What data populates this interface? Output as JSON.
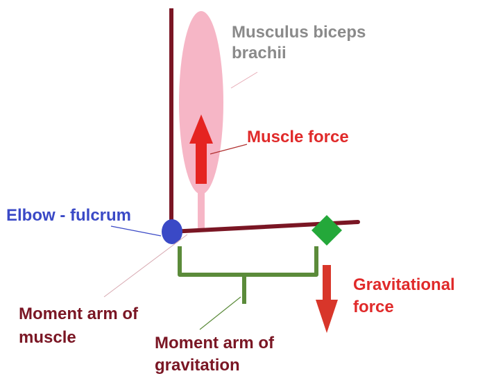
{
  "labels": {
    "muscle_name_line1": "Musculus biceps",
    "muscle_name_line2": "brachii",
    "muscle_force": "Muscle force",
    "elbow_fulcrum": "Elbow - fulcrum",
    "gravitational_force_line1": "Gravitational",
    "gravitational_force_line2": "force",
    "moment_arm_muscle_line1": "Moment arm of",
    "moment_arm_muscle_line2": "muscle",
    "moment_arm_gravitation_line1": "Moment arm of",
    "moment_arm_gravitation_line2": "gravitation"
  },
  "colors": {
    "bone": "#7a1624",
    "muscle": "#f6b6c6",
    "muscle_force_arrow": "#e52420",
    "gravity_arrow": "#d8362a",
    "elbow": "#3a49c6",
    "weight": "#24a83a",
    "brace": "#5b8b3a",
    "label_gray": "#8a8a8a",
    "label_red": "#e02a2a",
    "label_blue": "#3a49c6",
    "label_darkred": "#7a1624"
  }
}
